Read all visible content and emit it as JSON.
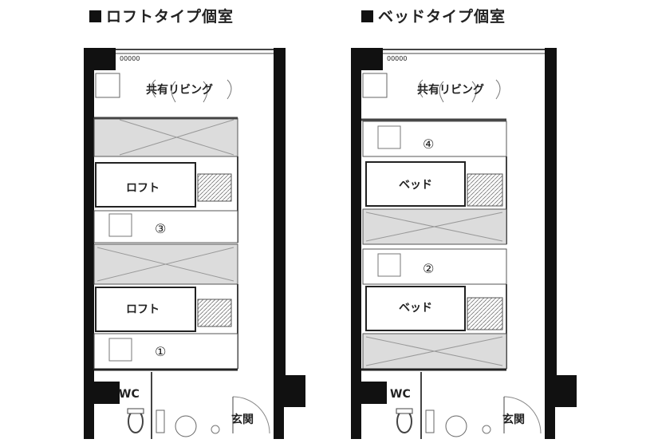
{
  "plans": [
    {
      "title": "ロフトタイプ個室",
      "living": "共有リビング",
      "units": [
        {
          "furniture": "ロフト",
          "number": "③"
        },
        {
          "furniture": "ロフト",
          "number": "①"
        }
      ],
      "wc": "WC",
      "entrance": "玄関"
    },
    {
      "title": "ベッドタイプ個室",
      "living": "共有リビング",
      "units": [
        {
          "furniture": "ベッド",
          "number": "②"
        },
        {
          "furniture": "ベッド",
          "number": "④"
        }
      ],
      "wc": "WC",
      "entrance": "玄関"
    }
  ],
  "colors": {
    "wall": "#111111",
    "corridor": "#dcdcdc",
    "floor": "#ffffff",
    "line": "#555555"
  }
}
